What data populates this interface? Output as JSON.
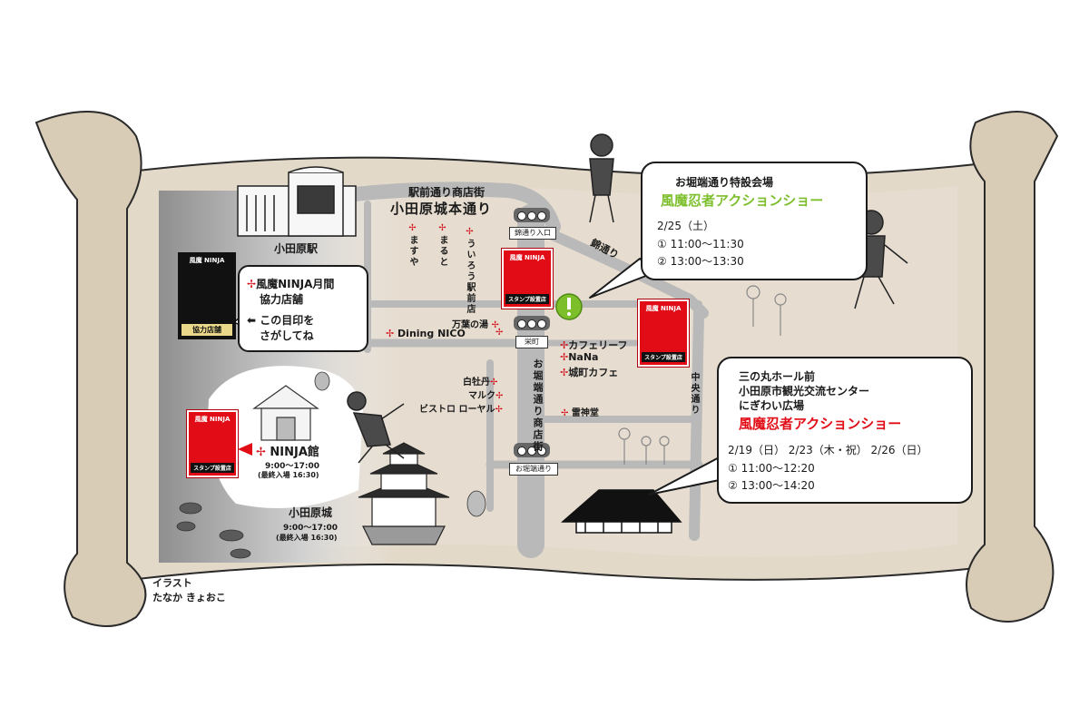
{
  "credit": {
    "line1": "イラスト",
    "line2": "たなか きょおこ"
  },
  "station": {
    "name": "小田原駅"
  },
  "streets": {
    "ekimae_district": "駅前通り商店街",
    "odawara_jo_hondori": "小田原城本通り",
    "nishiki_dori": "錦通り",
    "nishiki_entrance": "錦通り入口",
    "sakaecho": "栄町",
    "ohoribata_shotengai": "お堀端通り商店街",
    "ohoribata_dori": "お堀端通り",
    "chuo_dori": "中央通り"
  },
  "shops": [
    {
      "name": "ますや"
    },
    {
      "name": "まると"
    },
    {
      "name": "ういろう駅前店"
    },
    {
      "name": "万葉の湯"
    },
    {
      "name": "Dining NICO"
    },
    {
      "name": "カフェリーフ"
    },
    {
      "name": "NaNa"
    },
    {
      "name": "城町カフェ"
    },
    {
      "name": "白牡丹"
    },
    {
      "name": "マルク"
    },
    {
      "name": "ビストロ ローヤル"
    },
    {
      "name": "雷神堂"
    }
  ],
  "legend": {
    "line1": "風魔NINJA月間",
    "line2": "協力店舗",
    "line3": "この目印を",
    "line4": "さがしてね",
    "coop_badge_brand": "風魔 NINJA",
    "coop_badge_label": "協力店舗"
  },
  "stamp_badge": {
    "brand": "風魔 NINJA",
    "label": "スタンプ設置店"
  },
  "ninja_museum": {
    "name": "NINJA館",
    "hours": "9:00～17:00",
    "last_entry": "(最終入場 16:30)"
  },
  "castle": {
    "name": "小田原城",
    "hours": "9:00～17:00",
    "last_entry": "(最終入場 16:30)"
  },
  "event_ohoribata": {
    "venue": "お堀端通り特設会場",
    "title": "風魔忍者アクションショー",
    "date": "2/25（土）",
    "slot1": "① 11:00～11:30",
    "slot2": "② 13:00～13:30"
  },
  "event_sannomaru": {
    "venue_line1": "三の丸ホール前",
    "venue_line2": "小田原市観光交流センター",
    "venue_line3": "にぎわい広場",
    "title": "風魔忍者アクションショー",
    "dates": "2/19（日） 2/23（木・祝） 2/26（日）",
    "slot1": "① 11:00～12:20",
    "slot2": "② 13:00～14:20"
  },
  "colors": {
    "parchment": "#e3d9c9",
    "parchment_dark": "#c9b99e",
    "road": "#b9b9b9",
    "accent_green": "#7cbf2b",
    "accent_red": "#e10c16",
    "marker_red": "#d4121b"
  }
}
